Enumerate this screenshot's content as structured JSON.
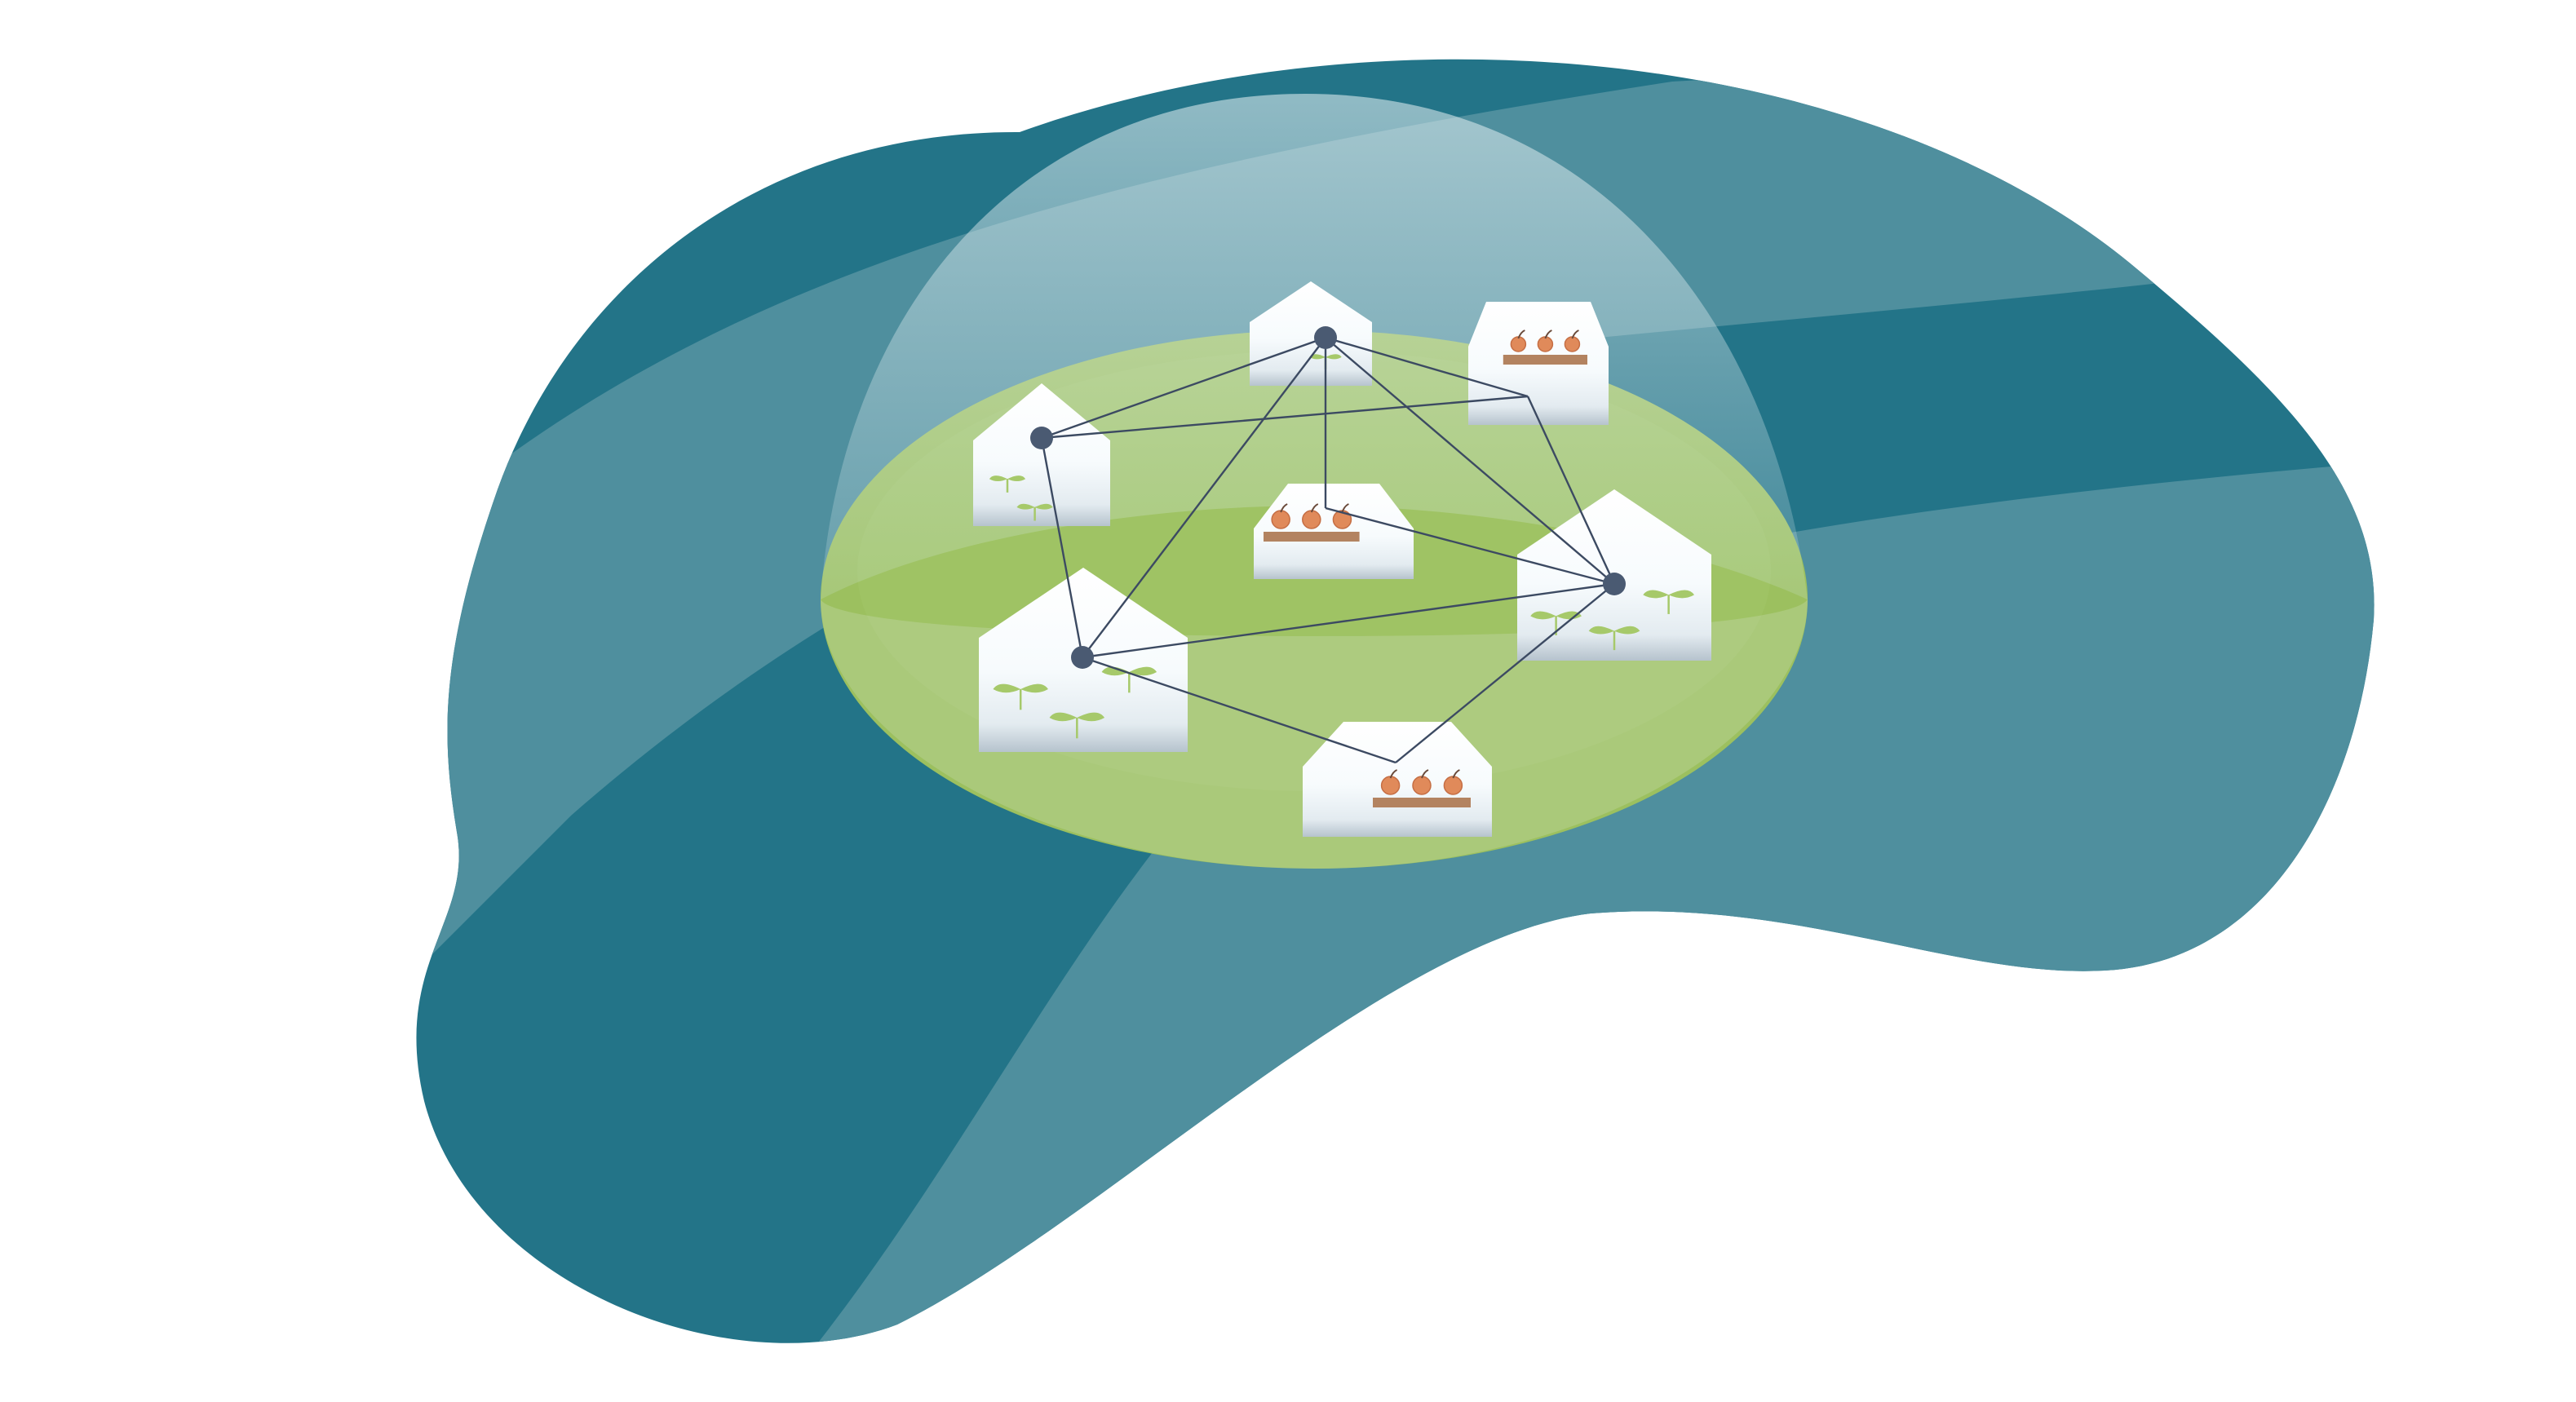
{
  "colors": {
    "background": "#ffffff",
    "landscape_dark": "#237488",
    "landscape_light": "#4f8f9e",
    "dome": "#e6f2f4",
    "ground": "#9cc05f",
    "ground_highlight": "#b5d07f",
    "greenhouse_wall": "#ffffff",
    "greenhouse_base": "#b9c6d0",
    "seedling": "#a6c96a",
    "fruit": "#e08a5a",
    "fruit_stem": "#6a4a3a",
    "fruit_tray": "#b38360",
    "network_line": "#3c4a62",
    "network_node": "#4a5a72"
  },
  "diagram": {
    "greenhouses": [
      {
        "id": "gh-top",
        "content": "seedlings",
        "count": 2
      },
      {
        "id": "gh-top-right",
        "content": "fruits",
        "count": 3
      },
      {
        "id": "gh-left",
        "content": "seedlings",
        "count": 2
      },
      {
        "id": "gh-center",
        "content": "fruits",
        "count": 3
      },
      {
        "id": "gh-right",
        "content": "seedlings",
        "count": 3
      },
      {
        "id": "gh-bottom-left",
        "content": "seedlings",
        "count": 3
      },
      {
        "id": "gh-bottom",
        "content": "fruits",
        "count": 3
      }
    ],
    "nodes": [
      "node-top",
      "node-left",
      "node-right",
      "node-bottom-left"
    ],
    "links": [
      [
        "node-top",
        "node-left"
      ],
      [
        "node-top",
        "gh-top-right"
      ],
      [
        "node-top",
        "node-right"
      ],
      [
        "node-top",
        "node-bottom-left"
      ],
      [
        "node-top",
        "gh-center"
      ],
      [
        "gh-center",
        "node-right"
      ],
      [
        "node-left",
        "gh-top-right"
      ],
      [
        "node-left",
        "node-bottom-left"
      ],
      [
        "gh-top-right",
        "node-right"
      ],
      [
        "node-bottom-left",
        "node-right"
      ],
      [
        "node-bottom-left",
        "gh-bottom"
      ],
      [
        "gh-bottom",
        "node-right"
      ]
    ]
  }
}
